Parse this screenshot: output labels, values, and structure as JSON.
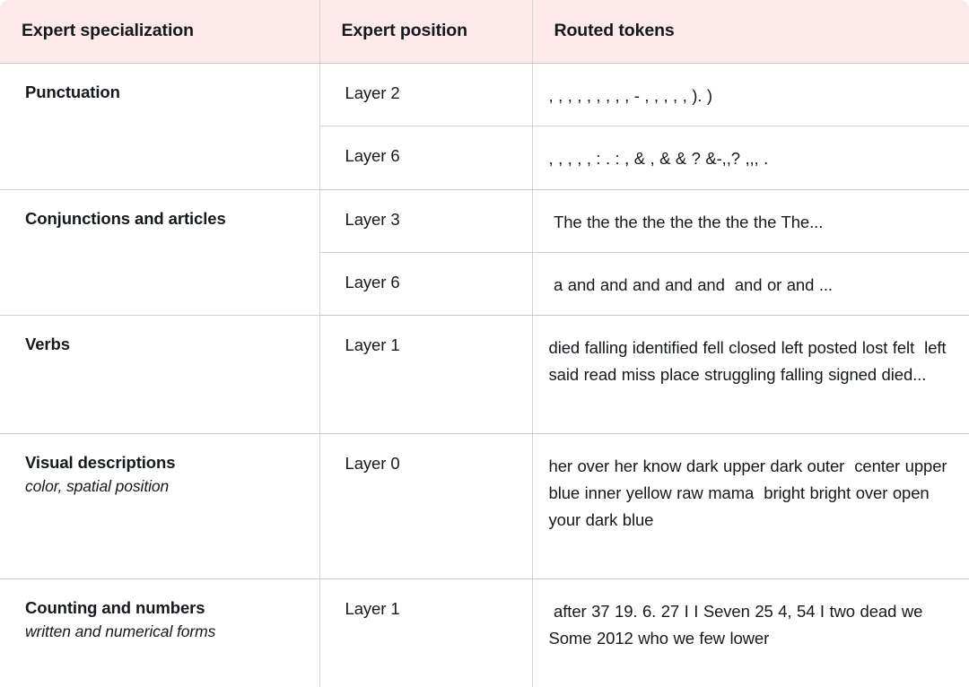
{
  "table": {
    "columns": [
      {
        "key": "specialization",
        "label": "Expert specialization"
      },
      {
        "key": "position",
        "label": "Expert position"
      },
      {
        "key": "tokens",
        "label": "Routed tokens"
      }
    ],
    "header_background": "#fceaea",
    "border_color": "#c9c7c5",
    "text_color": "#15181c",
    "groups": [
      {
        "title": "Punctuation",
        "subtitle": "",
        "rows": [
          {
            "position": "Layer 2",
            "tokens": ", , , , , , , , , - , , , , , ). )"
          },
          {
            "position": "Layer 6",
            "tokens": ", , , , , : . : , & , & & ? &-,,? ,,, ."
          }
        ]
      },
      {
        "title": "Conjunctions and articles",
        "subtitle": "",
        "rows": [
          {
            "position": "Layer 3",
            "tokens": " The the the the the the the the The..."
          },
          {
            "position": "Layer 6",
            "tokens": " a and and and and and  and or and ..."
          }
        ]
      },
      {
        "title": "Verbs",
        "subtitle": "",
        "rows": [
          {
            "position": "Layer 1",
            "tokens": "died falling identified fell closed left posted lost felt  left said read miss place struggling falling signed died..."
          }
        ]
      },
      {
        "title": "Visual descriptions",
        "subtitle": "color, spatial position",
        "rows": [
          {
            "position": "Layer 0",
            "tokens": "her over her know dark upper dark outer  center upper blue inner yellow raw mama  bright bright over open your dark blue"
          }
        ]
      },
      {
        "title": "Counting and numbers",
        "subtitle": "written and numerical forms",
        "rows": [
          {
            "position": "Layer 1",
            "tokens": " after 37 19. 6. 27 I I Seven 25 4, 54 I two dead we  Some 2012 who we few lower"
          }
        ]
      }
    ]
  }
}
